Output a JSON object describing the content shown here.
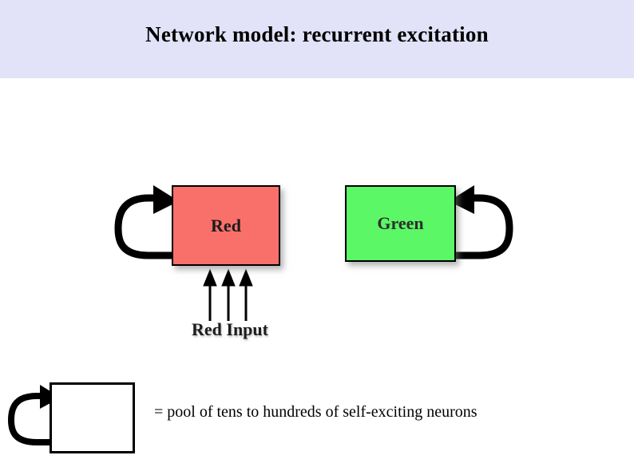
{
  "slide": {
    "title": "Network model: recurrent excitation",
    "background_color": "#FFFFFF",
    "title_band_color": "#E2E2F8"
  },
  "diagram": {
    "nodes": [
      {
        "id": "red-pool",
        "label": "Red",
        "fill_color": "#F9706B",
        "border_color": "#000000",
        "recurrent_loop_side": "left"
      },
      {
        "id": "green-pool",
        "label": "Green",
        "fill_color": "#5BF767",
        "border_color": "#000000",
        "recurrent_loop_side": "right"
      }
    ],
    "input": {
      "label": "Red Input",
      "target": "red-pool",
      "arrow_count": 3,
      "direction": "up"
    }
  },
  "legend": {
    "symbol_fill_color": "#FFFFFF",
    "symbol_border_color": "#000000",
    "text": "= pool of tens to hundreds of self-exciting neurons"
  }
}
